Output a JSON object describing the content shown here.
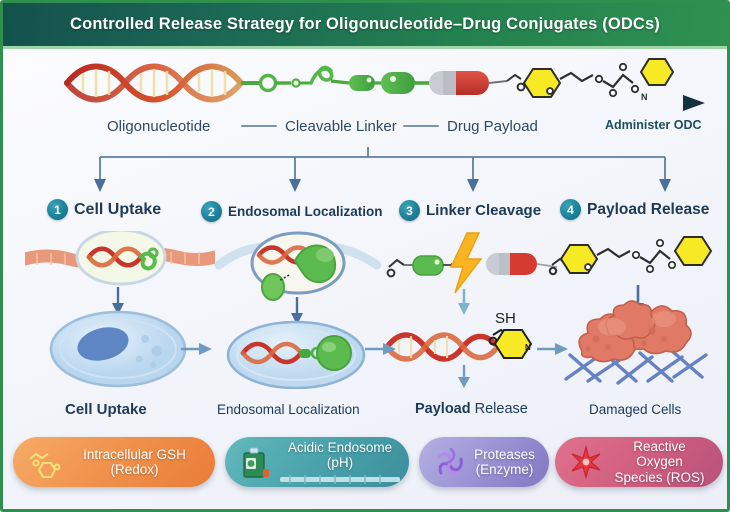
{
  "header": {
    "title": "Controlled Release Strategy for Oligonucleotide–Drug Conjugates (ODCs)"
  },
  "colors": {
    "header_left": "#14514d",
    "header_right": "#2f9150",
    "header_underline": "#9fd6a8",
    "badge": "#1c829b",
    "text_dark": "#1d3a59",
    "label_blue": "#2b4a67",
    "arrow_blue": "#5b7fa6",
    "dna_red": "#c9342b",
    "linker_green": "#49b04a",
    "payload_yellow": "#f4e61e",
    "capsule_red": "#d63b32",
    "bolt_yellow": "#f9b521",
    "cell_blue": "#b9d6ef",
    "damaged_cell": "#e07a66"
  },
  "conjugate": {
    "labels": [
      {
        "text": "Oligonucleotide",
        "name": "oligonucleotide-label"
      },
      {
        "text": "Cleavable Linker",
        "name": "cleavable-linker-label"
      },
      {
        "text": "Drug Payload",
        "name": "drug-payload-label"
      }
    ],
    "administer": "Administer ODC"
  },
  "steps": [
    {
      "number": "1",
      "title": "Cell Uptake",
      "caption_strong": "Cell Uptake",
      "caption_rest": ""
    },
    {
      "number": "2",
      "title": "Endosomal Localization",
      "caption_strong": "",
      "caption_rest": "Endosomal Localization"
    },
    {
      "number": "3",
      "title": "Linker Cleavage",
      "caption_strong": "Payload",
      "caption_rest": " Release"
    },
    {
      "number": "4",
      "title": "Payload Release",
      "caption_strong": "",
      "caption_rest": "Damaged Cells"
    }
  ],
  "annotations": {
    "thiol": "SH"
  },
  "triggers": [
    {
      "line1": "Intracellular GSH",
      "line2": "(Redox)",
      "icon": "molecule-icon"
    },
    {
      "line1": "Acidic Endosome (pH)",
      "line2": "",
      "icon": "ph-strip-icon"
    },
    {
      "line1": "Proteases",
      "line2": "(Enzyme)",
      "icon": "protein-icon"
    },
    {
      "line1": "Reactive Oxygen",
      "line2": "Species (ROS)",
      "icon": "ros-burst-icon"
    }
  ]
}
